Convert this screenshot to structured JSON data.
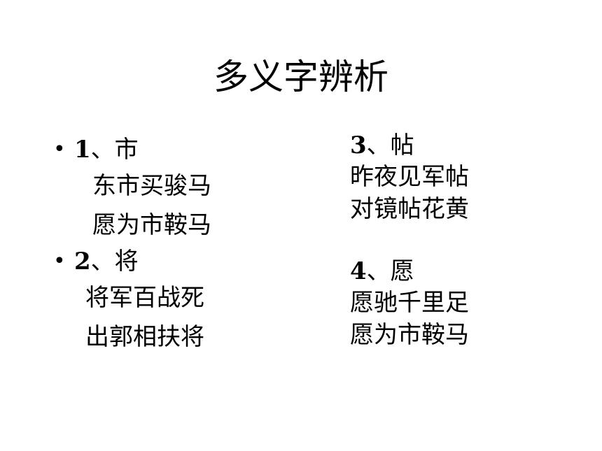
{
  "title": "多义字辨析",
  "left": {
    "items": [
      {
        "bullet": "•",
        "num": "1",
        "sep": "、",
        "char": "市",
        "lines": [
          "东市买骏马",
          "愿为市鞍马"
        ]
      },
      {
        "bullet": "•",
        "num": "2",
        "sep": "、",
        "char": "将",
        "lines": [
          "将军百战死",
          "出郭相扶将"
        ]
      }
    ]
  },
  "right": {
    "items": [
      {
        "num": "3",
        "sep": "、",
        "char": "帖",
        "lines": [
          "昨夜见军帖",
          "对镜帖花黄"
        ]
      },
      {
        "num": "4",
        "sep": "、",
        "char": "愿",
        "lines": [
          "愿驰千里足",
          "愿为市鞍马"
        ]
      }
    ]
  }
}
